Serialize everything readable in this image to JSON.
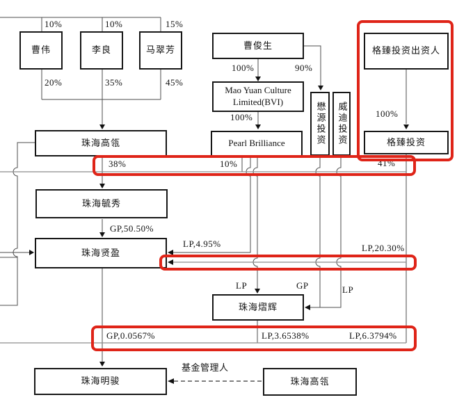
{
  "entities": {
    "cao_wei": "曹伟",
    "li_liang": "李良",
    "ma_cuifang": "马翠芳",
    "cao_junsheng": "曹俊生",
    "mao_yuan": "Mao Yuan Culture Limited(BVI)",
    "pearl_brilliance": "Pearl Brilliance",
    "maoyuan_touzi": "懋源投资",
    "weidi_touzi": "威迪投资",
    "gezhen_investors": "格臻投资出资人",
    "gezhen_touzi": "格臻投资",
    "zhuhai_gaoling": "珠海高瓴",
    "zhuhai_yuxiu": "珠海毓秀",
    "zhuhai_xianying": "珠海贤盈",
    "zhuhai_yihui": "珠海熠辉",
    "zhuhai_mingjun": "珠海明骏",
    "zhuhai_gaoling_fund": "珠海高瓴"
  },
  "ownership_labels": {
    "cao_wei_in": "10%",
    "li_liang_in": "10%",
    "ma_cuifang_in": "15%",
    "cao_wei_out": "20%",
    "li_liang_out": "35%",
    "ma_cuifang_out": "45%",
    "cao_junsheng_to_maoyuan": "100%",
    "cao_junsheng_to_maoyuan_touzi": "90%",
    "maoyuan_to_pearl": "100%",
    "gezhen_investors_to_gezhen": "100%",
    "gaoling_share": "38%",
    "pearl_share": "10%",
    "gezhen_share": "41%",
    "yuxiu_gp": "GP,50.50%",
    "lp_4_95": "LP,4.95%",
    "lp_20_30": "LP,20.30%",
    "lp_into_yihui": "LP",
    "gp_into_yihui": "GP",
    "lp_right": "LP",
    "gp_0_0567": "GP,0.0567%",
    "lp_3_6538": "LP,3.6538%",
    "lp_6_3794": "LP,6.3794%",
    "fund_manager": "基金管理人"
  },
  "colors": {
    "highlight_red": "#df2418",
    "connector_dark": "#4d4d4d",
    "connector_gray": "#8c8c8c",
    "box_border": "#161616"
  }
}
